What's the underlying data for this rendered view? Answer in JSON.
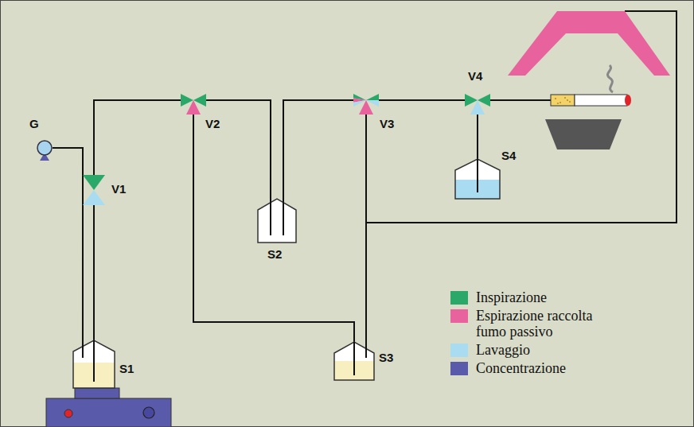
{
  "diagram": {
    "nodes": [
      {
        "text": [
          "V1"
        ]
      },
      {
        "text": [
          "V2"
        ]
      },
      {
        "text": [
          "V3"
        ]
      },
      {
        "text": [
          "V4"
        ]
      },
      {
        "text": [
          "G"
        ]
      },
      {
        "text": [
          "S1"
        ]
      },
      {
        "text": [
          "S2"
        ]
      },
      {
        "text": [
          "S3"
        ]
      },
      {
        "text": [
          "S4"
        ]
      }
    ],
    "edges": [
      {
        "from": 4,
        "to": 5,
        "arrow": "none"
      },
      {
        "from": 5,
        "to": 0,
        "arrow": "none"
      },
      {
        "from": 0,
        "to": 1,
        "arrow": "none"
      },
      {
        "from": 1,
        "to": 6,
        "arrow": "none"
      },
      {
        "from": 6,
        "to": 2,
        "arrow": "none"
      },
      {
        "from": 2,
        "to": 3,
        "arrow": "none"
      },
      {
        "from": 3,
        "to": 8,
        "arrow": "none"
      },
      {
        "from": 1,
        "to": 7,
        "arrow": "none"
      },
      {
        "from": 2,
        "to": 7,
        "arrow": "none"
      }
    ],
    "legend": [
      {
        "text": "Inspirazione",
        "color": "#2aa86a"
      },
      {
        "text": "Espirazione raccolta fumo passivo",
        "color": "#e8629e"
      },
      {
        "text": "Lavaggio",
        "color": "#a9dcf0"
      },
      {
        "text": "Concentrazione",
        "color": "#5a5aaa"
      }
    ]
  }
}
